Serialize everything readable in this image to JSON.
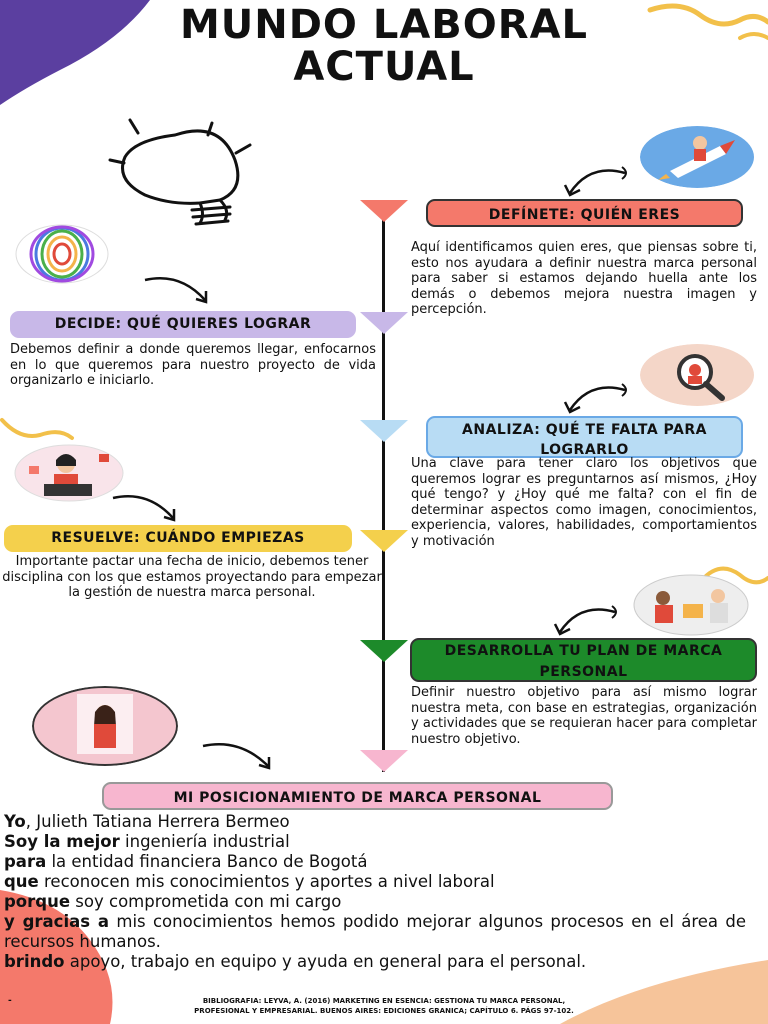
{
  "title": {
    "line1": "MUNDO LABORAL",
    "line2": "ACTUAL"
  },
  "colors": {
    "purple_corner": "#5b3fa0",
    "coral": "#f4796b",
    "lavender": "#c8b8e8",
    "light_blue": "#b8dcf4",
    "yellow": "#f4d04c",
    "green": "#1d8a2a",
    "pink": "#f7b6cf",
    "gold_swirl": "#f2c04a"
  },
  "steps": [
    {
      "label": "DEFÍNETE: QUIÉN ERES",
      "text": "Aquí identificamos quien eres, que piensas sobre ti, esto nos ayudara a definir nuestra marca personal para saber si estamos dejando huella ante los demás o debemos mejora nuestra imagen y percepción."
    },
    {
      "label": "DECIDE: QUÉ QUIERES LOGRAR",
      "text": "Debemos definir a donde queremos llegar, enfocarnos en lo que queremos para nuestro proyecto de vida organizarlo e iniciarlo."
    },
    {
      "label": "ANALIZA: QUÉ TE FALTA PARA LOGRARLO",
      "text": "Una clave para tener claro los objetivos que queremos lograr es preguntarnos así mismos, ¿Hoy qué tengo? y ¿Hoy qué me falta? con el fin de determinar aspectos como imagen, conocimientos, experiencia, valores, habilidades, comportamientos y motivación"
    },
    {
      "label": "RESUELVE: CUÁNDO EMPIEZAS",
      "text": "Importante pactar una fecha de inicio, debemos tener disciplina con los que estamos proyectando para empezar la gestión de nuestra marca personal."
    },
    {
      "label": "DESARROLLA TU PLAN DE MARCA PERSONAL",
      "text": "Definir nuestro objetivo para así mismo lograr nuestra meta, con base en estrategias, organización y actividades que se requieran hacer para completar nuestro objetivo."
    }
  ],
  "positioning": {
    "label": "MI POSICIONAMIENTO DE MARCA PERSONAL",
    "lines": [
      {
        "bold": "Yo",
        "rest": ", Julieth Tatiana Herrera Bermeo"
      },
      {
        "bold": "Soy la mejor",
        "rest": " ingeniería industrial"
      },
      {
        "bold": "para",
        "rest": " la entidad financiera Banco de Bogotá"
      },
      {
        "bold": "que",
        "rest": " reconocen mis conocimientos y aportes a nivel laboral"
      },
      {
        "bold": "porque",
        "rest": " soy comprometida con mi cargo"
      },
      {
        "bold": "y gracias a",
        "rest": " mis conocimientos hemos podido mejorar algunos procesos en el área de recursos humanos."
      },
      {
        "bold": "brindo",
        "rest": " apoyo, trabajo en equipo y ayuda en general para el personal."
      }
    ]
  },
  "bibliography": {
    "bullet": "-",
    "line1": "BIBLIOGRAFIA: LEYVA, A. (2016) MARKETING EN ESENCIA: GESTIONA TU MARCA PERSONAL,",
    "line2": "PROFESIONAL Y EMPRESARIAL. BUENOS AIRES: EDICIONES GRANICA; CAPÍTULO 6. PÁGS 97-102."
  },
  "icons": [
    "lightbulb-icon",
    "fingerprint-icon",
    "rocket-icon",
    "magnifier-icon",
    "laptop-woman-icon",
    "meeting-icon",
    "business-woman-icon",
    "curved-arrow-icon"
  ]
}
